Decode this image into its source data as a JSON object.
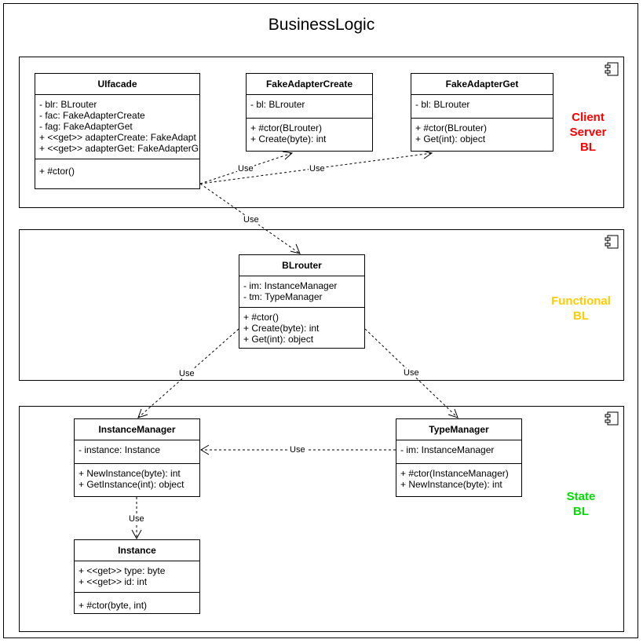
{
  "diagram": {
    "title": "BusinessLogic",
    "layers": [
      {
        "id": "client",
        "label": [
          "Client",
          "Server",
          "BL"
        ],
        "color": "#ff0000"
      },
      {
        "id": "functional",
        "label": [
          "Functional",
          "BL"
        ],
        "color": "#ffcc00"
      },
      {
        "id": "state",
        "label": [
          "State",
          "BL"
        ],
        "color": "#00cc00"
      }
    ],
    "classes": {
      "uifacade": {
        "name": "UIfacade",
        "attributes": [
          "- blr: BLrouter",
          "- fac: FakeAdapterCreate",
          "- fag: FakeAdapterGet",
          "+ <<get>> adapterCreate: FakeAdapt",
          "+ <<get>> adapterGet: FakeAdapterG"
        ],
        "methods": [
          "+ #ctor()"
        ]
      },
      "fakeadaptercreate": {
        "name": "FakeAdapterCreate",
        "attributes": [
          "- bl: BLrouter"
        ],
        "methods": [
          "+ #ctor(BLrouter)",
          "+ Create(byte): int"
        ]
      },
      "fakeadapterget": {
        "name": "FakeAdapterGet",
        "attributes": [
          "- bl: BLrouter"
        ],
        "methods": [
          "+ #ctor(BLrouter)",
          "+ Get(int): object"
        ]
      },
      "blrouter": {
        "name": "BLrouter",
        "attributes": [
          "- im: InstanceManager",
          "- tm: TypeManager"
        ],
        "methods": [
          "+ #ctor()",
          "+ Create(byte): int",
          "+ Get(int): object"
        ]
      },
      "instancemanager": {
        "name": "InstanceManager",
        "attributes": [
          "- instance: Instance"
        ],
        "methods": [
          "+ NewInstance(byte): int",
          "+ GetInstance(int): object"
        ]
      },
      "typemanager": {
        "name": "TypeManager",
        "attributes": [
          "- im: InstanceManager"
        ],
        "methods": [
          "+ #ctor(InstanceManager)",
          "+ NewInstance(byte): int"
        ]
      },
      "instance": {
        "name": "Instance",
        "attributes": [
          "+ <<get>> type: byte",
          "+ <<get>>  id: int"
        ],
        "methods": [
          "+ #ctor(byte, int)"
        ]
      }
    },
    "edge_label": "Use",
    "edges": [
      {
        "from": "uifacade",
        "to": "fakeadaptercreate",
        "label": "Use"
      },
      {
        "from": "uifacade",
        "to": "fakeadapterget",
        "label": "Use"
      },
      {
        "from": "uifacade",
        "to": "blrouter",
        "label": "Use"
      },
      {
        "from": "blrouter",
        "to": "instancemanager",
        "label": "Use"
      },
      {
        "from": "blrouter",
        "to": "typemanager",
        "label": "Use"
      },
      {
        "from": "typemanager",
        "to": "instancemanager",
        "label": "Use"
      },
      {
        "from": "instancemanager",
        "to": "instance",
        "label": "Use"
      }
    ]
  }
}
